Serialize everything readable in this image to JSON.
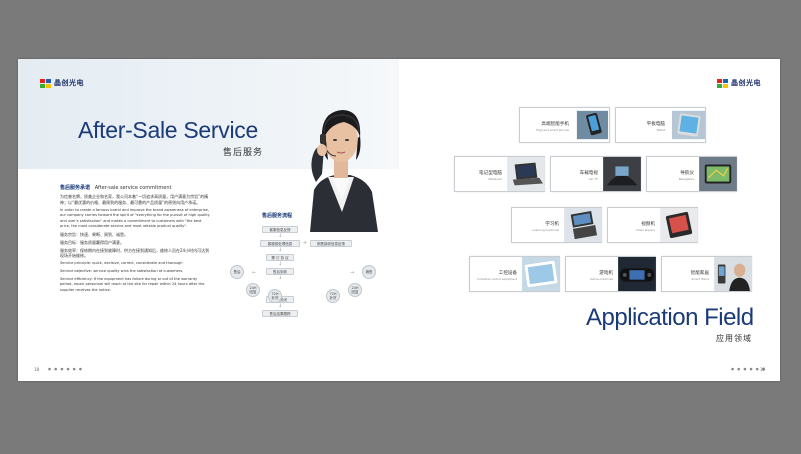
{
  "brand": {
    "name": "晶创光电",
    "colors": {
      "red": "#e2231a",
      "blue": "#1d5fb4",
      "green": "#3aa935",
      "yellow": "#f5c400"
    }
  },
  "left_page": {
    "title": "After-Sale Service",
    "subtitle": "售后服务",
    "commitment": {
      "heading_zh": "售后服务承诺",
      "heading_en": "After-sale service commitment",
      "para_zh": "为信誉名牌，质美企业和名家，我公司本着“一切追求高质量，用户满意为宗旨”的精神；以“最优惠的价格、最周到的服务、最可靠的产品质量”的原则向用户承诺。",
      "para_en": "In order to create a famous brand and improve the brand awareness of enterprise, our company carries forward the spirit of \"everything for the pursuit of high quality and user's satisfaction\" and makes a commitment to customers with \"the best price, the most considerate service and most reliable product quality\".",
      "line1_zh": "服务宗旨：快速、果断、周到、诚恳。",
      "line2_zh": "服务目标：服务质量赢得用户满意。",
      "line3_zh": "服务效率：保修期内在接到故障时，供方在接到通知后，维修人员在24小时内可达到现场开始维修。",
      "line1_en": "Service principle: quick, decisive, correct, considerate and thorough",
      "line2_en": "Service objective: service quality wins the satisfaction of customers.",
      "line3_en": "Service efficiency: If the equipment has failure during or out of the warranty period, repair personnel will reach at the site for repair within 24 hours after the supplier receives the notice."
    },
    "flow": {
      "title": "售后服务流程",
      "box1": "客服信息反馈",
      "box2": "客服部处理信息",
      "box2b": "销售接收信息反馈",
      "box3": "需 订 协 议",
      "box4": "售后到到",
      "box5": "问题关闭",
      "box6": "售后结果跟踪",
      "left_circle": "售后",
      "right_circle": "销售",
      "c24a": "24H\n回复",
      "c72a": "72H\n补货",
      "c72b": "72H\n补货",
      "c24b": "24H\n回复"
    },
    "page_number": "18",
    "footer_dots": "● ● ● ● ● ●"
  },
  "right_page": {
    "title": "Application Field",
    "subtitle": "应用领域",
    "page_number": "19",
    "footer_dots": "● ● ● ● ● ●",
    "products": [
      {
        "zh": "高端智能手机",
        "en": "High-end smart phones",
        "icon": "phone-icon"
      },
      {
        "zh": "平板电脑",
        "en": "Tablet",
        "icon": "tablet-icon"
      },
      {
        "zh": "笔记型电脑",
        "en": "Notebook",
        "icon": "laptop-icon"
      },
      {
        "zh": "车载电视",
        "en": "Car TV",
        "icon": "car-tv-icon"
      },
      {
        "zh": "导航仪",
        "en": "Navigators",
        "icon": "navigator-icon"
      },
      {
        "zh": "学习机",
        "en": "Learning machines",
        "icon": "learning-machine-icon"
      },
      {
        "zh": "视频机",
        "en": "Video players",
        "icon": "video-player-icon"
      },
      {
        "zh": "工控设备",
        "en": "Industrial control equipment",
        "icon": "industrial-icon"
      },
      {
        "zh": "游戏机",
        "en": "Game machines",
        "icon": "game-machine-icon"
      },
      {
        "zh": "智能家居",
        "en": "Smart Home",
        "icon": "smart-home-icon"
      }
    ]
  }
}
